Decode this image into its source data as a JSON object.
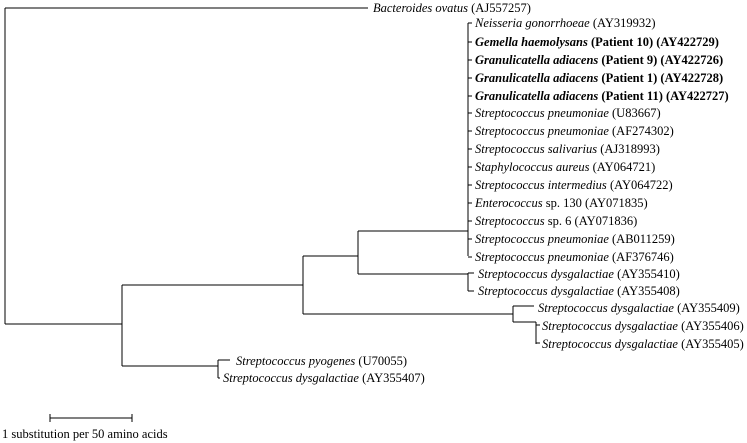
{
  "tree": {
    "taxa": [
      {
        "id": "bacteroides",
        "species": "Bacteroides ovatus",
        "qualifier": "",
        "accession": "(AJ557257)",
        "bold": false
      },
      {
        "id": "neisseria",
        "species": "Neisseria gonorrhoeae",
        "qualifier": "",
        "accession": "(AY319932)",
        "bold": false
      },
      {
        "id": "gemella-p10",
        "species": "Gemella haemolysans",
        "qualifier": "(Patient 10)",
        "accession": "(AY422729)",
        "bold": true
      },
      {
        "id": "granulicatella-p9",
        "species": "Granulicatella adiacens",
        "qualifier": "(Patient 9)",
        "accession": "(AY422726)",
        "bold": true
      },
      {
        "id": "granulicatella-p1",
        "species": "Granulicatella adiacens",
        "qualifier": "(Patient 1)",
        "accession": "(AY422728)",
        "bold": true
      },
      {
        "id": "granulicatella-p11",
        "species": "Granulicatella adiacens",
        "qualifier": "(Patient 11)",
        "accession": "(AY422727)",
        "bold": true
      },
      {
        "id": "spn-u83667",
        "species": "Streptococcus pneumoniae",
        "qualifier": "",
        "accession": "(U83667)",
        "bold": false
      },
      {
        "id": "spn-af274302",
        "species": "Streptococcus pneumoniae",
        "qualifier": "",
        "accession": "(AF274302)",
        "bold": false
      },
      {
        "id": "ssal",
        "species": "Streptococcus salivarius",
        "qualifier": "",
        "accession": "(AJ318993)",
        "bold": false
      },
      {
        "id": "saur",
        "species": "Staphylococcus aureus",
        "qualifier": "",
        "accession": "(AY064721)",
        "bold": false
      },
      {
        "id": "sint",
        "species": "Streptococcus intermedius",
        "qualifier": "",
        "accession": "(AY064722)",
        "bold": false
      },
      {
        "id": "ent130",
        "species": "Enterococcus",
        "qualifier": "sp. 130",
        "accession": "(AY071835)",
        "bold": false
      },
      {
        "id": "strep6",
        "species": "Streptococcus",
        "qualifier": "sp. 6",
        "accession": "(AY071836)",
        "bold": false
      },
      {
        "id": "spn-ab011259",
        "species": "Streptococcus pneumoniae",
        "qualifier": "",
        "accession": "(AB011259)",
        "bold": false
      },
      {
        "id": "spn-af376746",
        "species": "Streptococcus pneumoniae",
        "qualifier": "",
        "accession": "(AF376746)",
        "bold": false
      },
      {
        "id": "sdys-410",
        "species": "Streptococcus dysgalactiae",
        "qualifier": "",
        "accession": "(AY355410)",
        "bold": false
      },
      {
        "id": "sdys-408",
        "species": "Streptococcus dysgalactiae",
        "qualifier": "",
        "accession": "(AY355408)",
        "bold": false
      },
      {
        "id": "sdys-409",
        "species": "Streptococcus dysgalactiae",
        "qualifier": "",
        "accession": "(AY355409)",
        "bold": false
      },
      {
        "id": "sdys-406",
        "species": "Streptococcus dysgalactiae",
        "qualifier": "",
        "accession": "(AY355406)",
        "bold": false
      },
      {
        "id": "sdys-405",
        "species": "Streptococcus dysgalactiae",
        "qualifier": "",
        "accession": "(AY355405)",
        "bold": false
      },
      {
        "id": "spyo",
        "species": "Streptococcus pyogenes",
        "qualifier": "",
        "accession": "(U70055)",
        "bold": false
      },
      {
        "id": "sdys-407",
        "species": "Streptococcus dysgalactiae",
        "qualifier": "",
        "accession": "(AY355407)",
        "bold": false
      }
    ]
  },
  "scale_bar": {
    "label": "1 substitution per 50 amino acids"
  }
}
